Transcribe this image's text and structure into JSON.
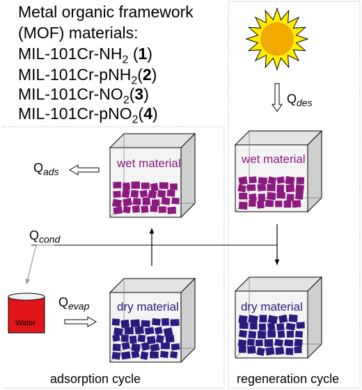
{
  "mof": {
    "lines": [
      {
        "text": "Metal organic framework"
      },
      {
        "text": "(MOF) materials:"
      },
      {
        "pre": "MIL-101Cr-NH",
        "sub": "2",
        "post": " (",
        "num": "1",
        "close": ")"
      },
      {
        "pre": "MIL-101Cr-pNH",
        "sub": "2",
        "post": "(",
        "num": "2",
        "close": ")"
      },
      {
        "pre": "MIL-101Cr-NO",
        "sub": "2",
        "post": "(",
        "num": "3",
        "close": ")"
      },
      {
        "pre": "MIL-101Cr-pNO",
        "sub": "2",
        "post": "(",
        "num": "4",
        "close": ")"
      }
    ]
  },
  "heat": {
    "des": {
      "base": "Q",
      "sub": "des"
    },
    "ads": {
      "base": "Q",
      "sub": "ads"
    },
    "cond": {
      "base": "Q",
      "sub": "cond"
    },
    "evap": {
      "base": "Q",
      "sub": "evap"
    }
  },
  "boxes": {
    "wet_label": "wet material",
    "dry_label": "dry material"
  },
  "water_label": "Water",
  "cycles": {
    "adsorption": "adsorption cycle",
    "regeneration": "regeneration cycle"
  },
  "colors": {
    "wet": "#8b1a7e",
    "dry": "#2b1a7e",
    "water": "#e0161b",
    "sun": "#ffee00",
    "sun_core": "#f2a900",
    "arrow_gray": "#9a9a9a"
  }
}
